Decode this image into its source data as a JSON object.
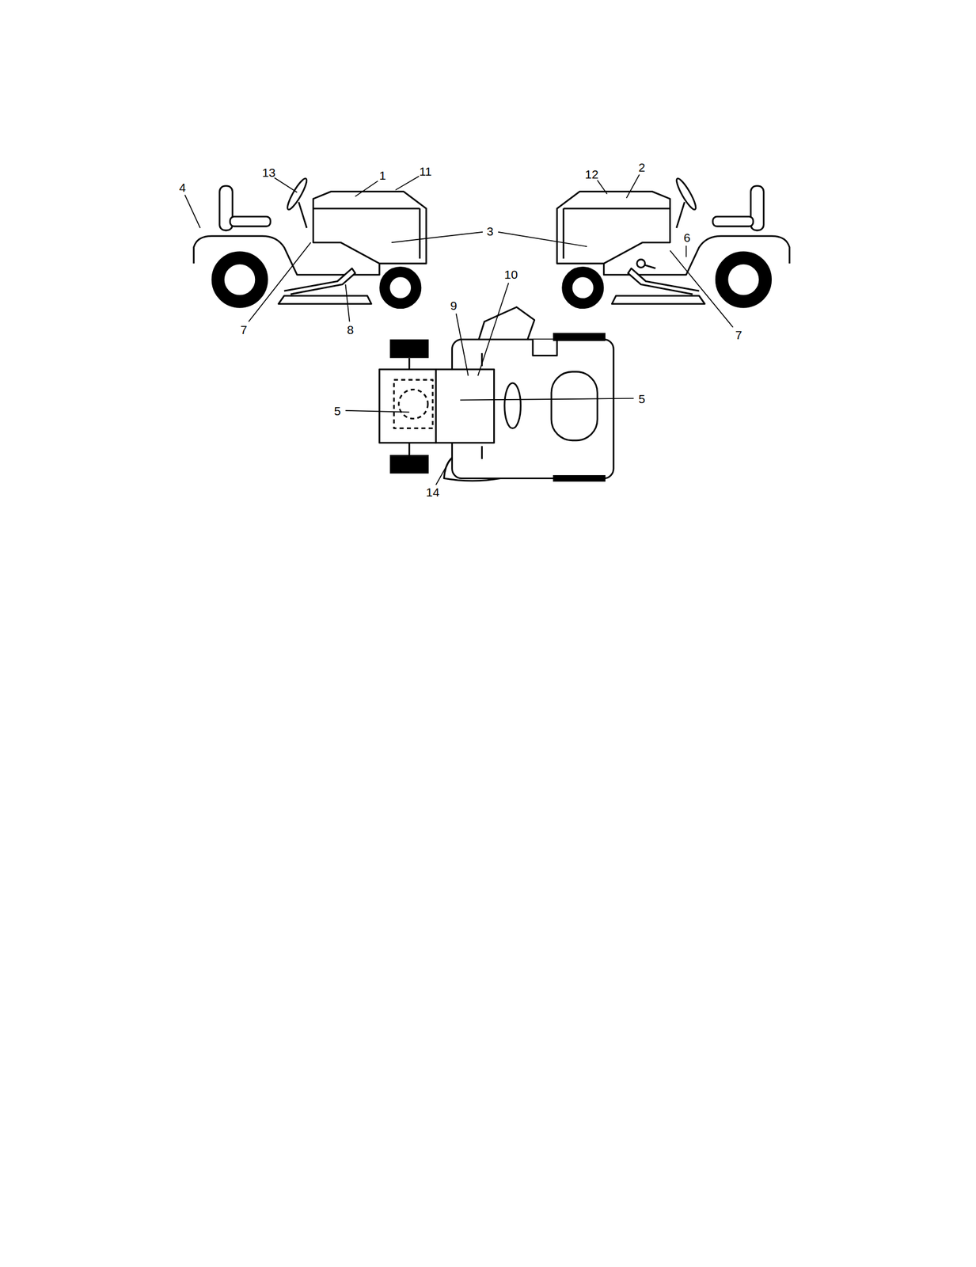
{
  "diagram": {
    "labels": [
      "13",
      "1",
      "11",
      "12",
      "2",
      "4",
      "3",
      "6",
      "7",
      "8",
      "7",
      "9",
      "10",
      "5",
      "5",
      "14"
    ]
  }
}
